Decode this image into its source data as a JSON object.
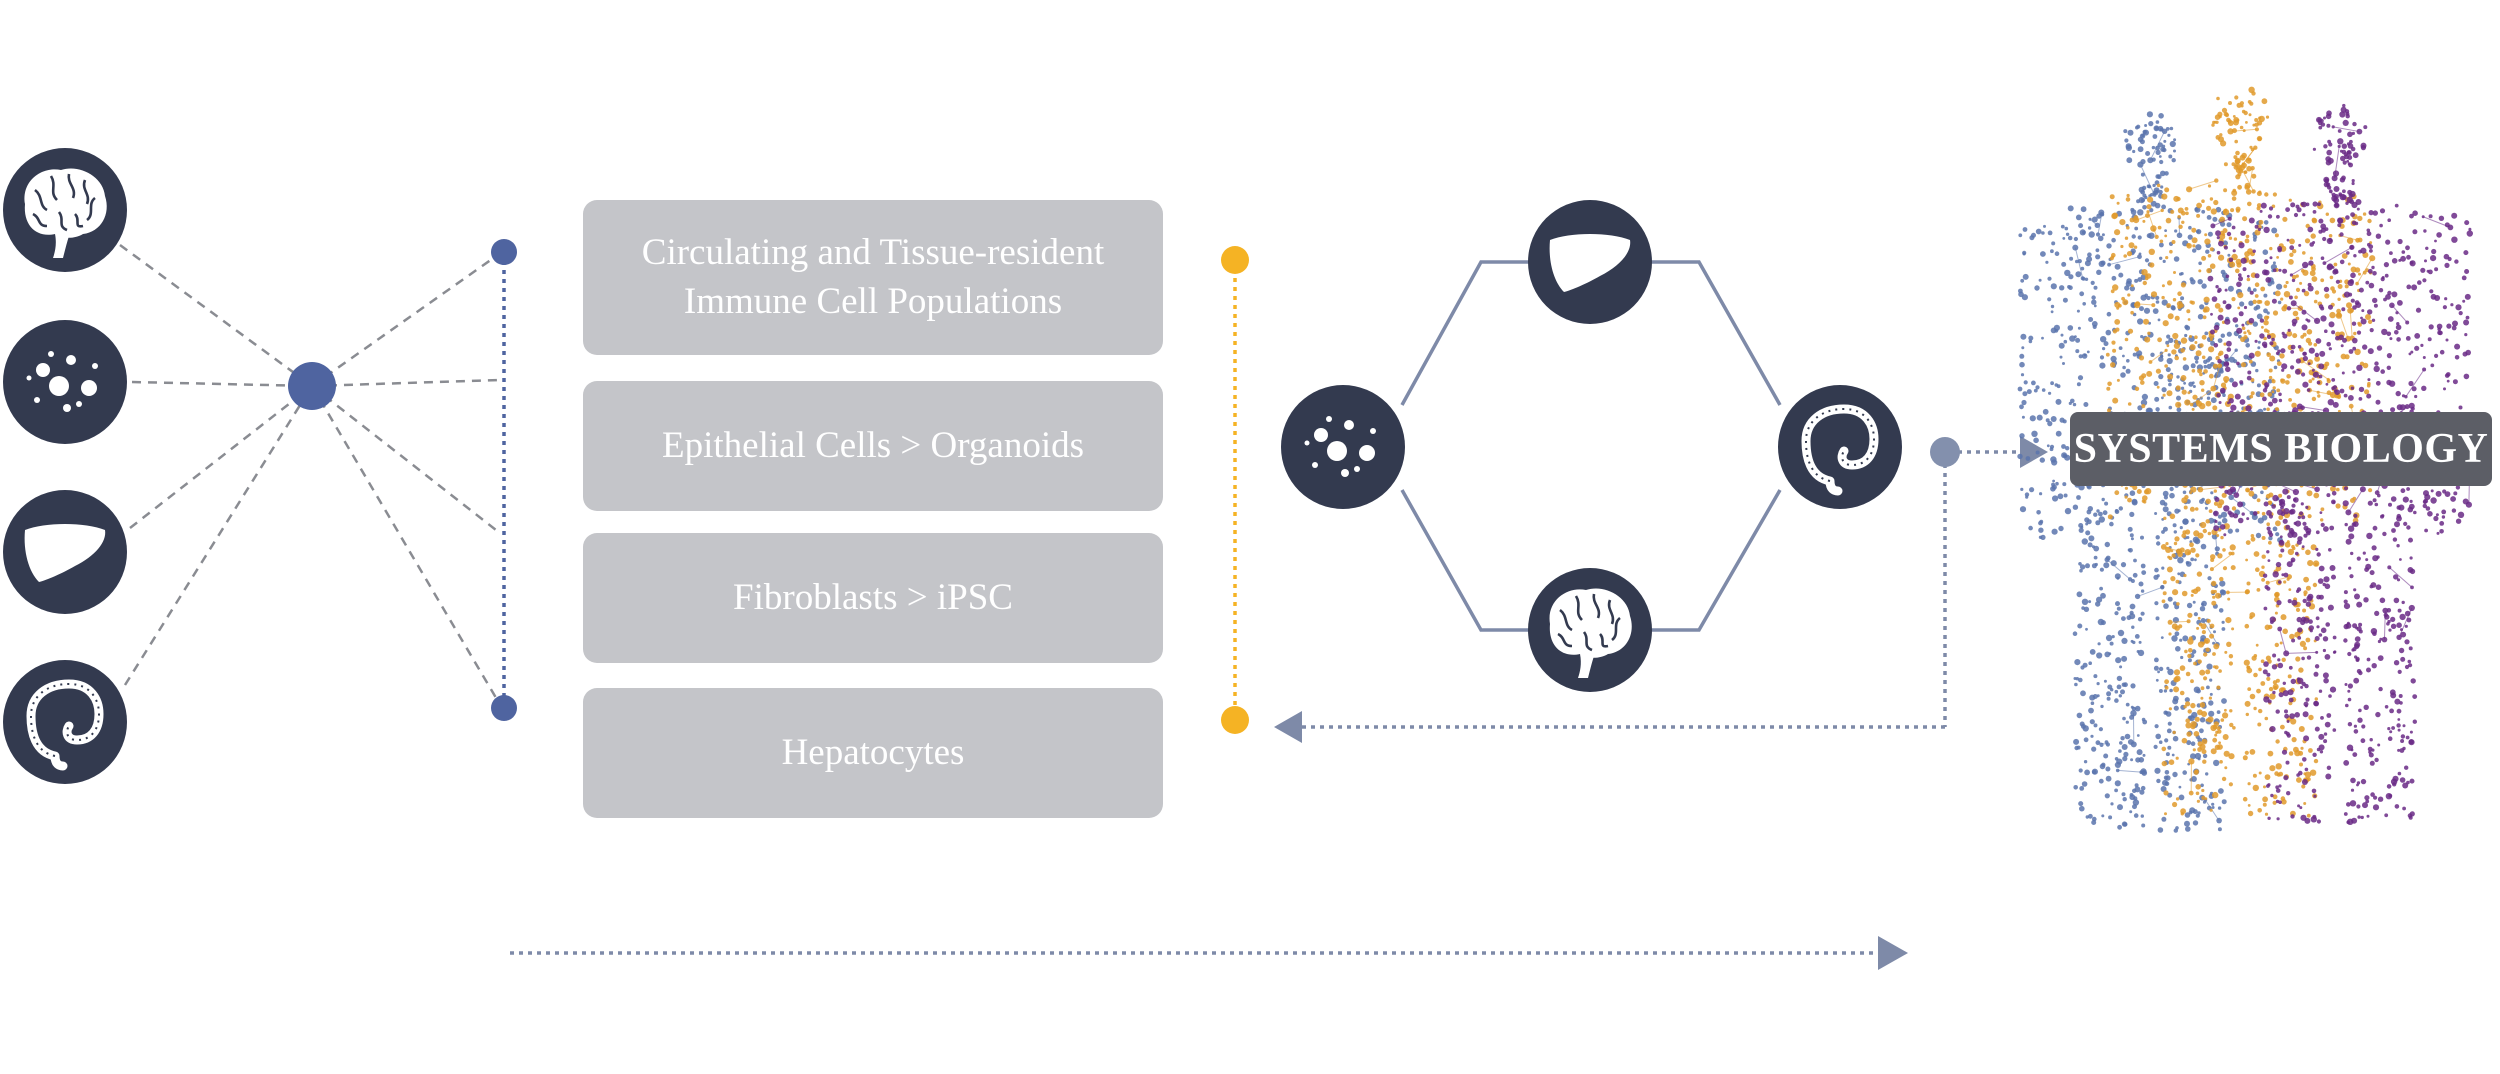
{
  "cell_types": [
    {
      "line1": "Circulating and Tissue-resident",
      "line2": "Immune Cell Populations"
    },
    {
      "line1": "Epithelial Cells > Organoids",
      "line2": ""
    },
    {
      "line1": "Fibroblasts > iPSC",
      "line2": ""
    },
    {
      "line1": "Hepatocytes",
      "line2": ""
    }
  ],
  "systems_biology_label": "SYSTEMS BIOLOGY",
  "organ_icons_left": [
    "brain-icon",
    "blood-cells-icon",
    "liver-icon",
    "intestine-icon"
  ],
  "organ_icons_ring": [
    "liver-icon",
    "blood-cells-icon",
    "intestine-icon",
    "brain-icon"
  ],
  "colors": {
    "icon_circle": "#333a4f",
    "node_blue": "#4f64a0",
    "connector_yellow": "#f5b324",
    "arrow_gray_blue": "#7e8aa8",
    "box_gray": "#c4c5c9",
    "figure_blue": "#5a74ad",
    "figure_orange": "#e19a2b",
    "figure_purple": "#6a2a86"
  }
}
